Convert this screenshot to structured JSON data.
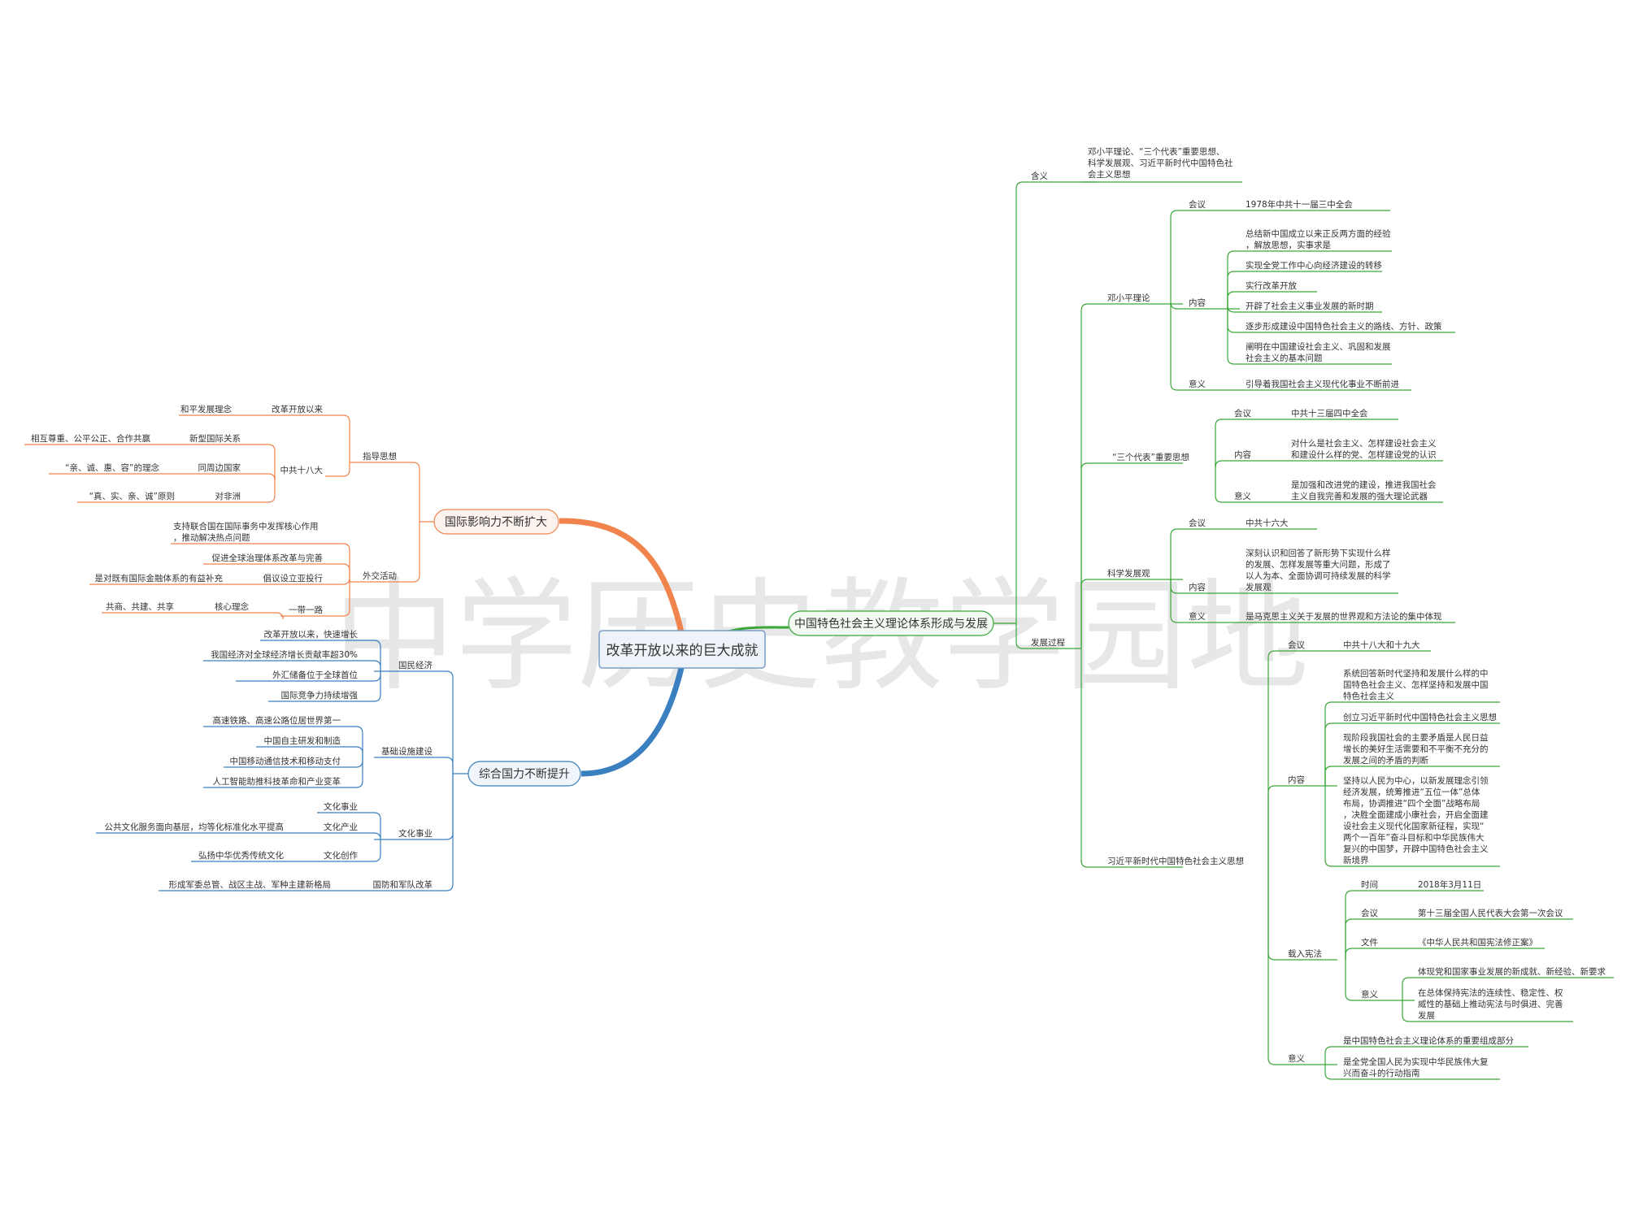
{
  "watermark": "中学历史教学园地",
  "colors": {
    "top": "#3aa63a",
    "upper_left": "#f0844c",
    "lower_left": "#3a7fbf",
    "root_border": "#7a9ec7",
    "root_fill": "#eef3f9"
  },
  "root": {
    "label": "改革开放以来的巨大成就"
  },
  "branches": {
    "theory": {
      "label": "中国特色社会主义理论体系形成与发展",
      "meaning": {
        "label": "含义",
        "text": [
          "邓小平理论、“三个代表”重要思想、",
          "科学发展观、习近平新时代中国特色社",
          "会主义思想"
        ]
      },
      "process": {
        "label": "发展过程",
        "deng": {
          "label": "邓小平理论",
          "meeting_label": "会议",
          "meeting": "1978年中共十一届三中全会",
          "content_label": "内容",
          "content": [
            [
              "总结新中国成立以来正反两方面的经验",
              "，解放思想，实事求是"
            ],
            [
              "实现全党工作中心向经济建设的转移"
            ],
            [
              "实行改革开放"
            ],
            [
              "开辟了社会主义事业发展的新时期"
            ],
            [
              "逐步形成建设中国特色社会主义的路线、方针、政策"
            ],
            [
              "阐明在中国建设社会主义、巩固和发展",
              "社会主义的基本问题"
            ]
          ],
          "significance_label": "意义",
          "significance": "引导着我国社会主义现代化事业不断前进"
        },
        "three": {
          "label": "“三个代表”重要思想",
          "meeting_label": "会议",
          "meeting": "中共十三届四中全会",
          "content_label": "内容",
          "content": [
            "对什么是社会主义、怎样建设社会主义",
            "和建设什么样的党、怎样建设党的认识"
          ],
          "significance_label": "意义",
          "significance": [
            "是加强和改进党的建设，推进我国社会",
            "主义自我完善和发展的强大理论武器"
          ]
        },
        "science": {
          "label": "科学发展观",
          "meeting_label": "会议",
          "meeting": "中共十六大",
          "content_label": "内容",
          "content": [
            "深刻认识和回答了新形势下实现什么样",
            "的发展、怎样发展等重大问题，形成了",
            "以人为本、全面协调可持续发展的科学",
            "发展观"
          ],
          "significance_label": "意义",
          "significance": "是马克思主义关于发展的世界观和方法论的集中体现"
        },
        "xi": {
          "label": "习近平新时代中国特色社会主义思想",
          "meeting_label": "会议",
          "meeting": "中共十八大和十九大",
          "content_label": "内容",
          "content": [
            [
              "系统回答新时代坚持和发展什么样的中",
              "国特色社会主义、怎样坚持和发展中国",
              "特色社会主义"
            ],
            [
              "创立习近平新时代中国特色社会主义思想"
            ],
            [
              "现阶段我国社会的主要矛盾是人民日益",
              "增长的美好生活需要和不平衡不充分的",
              "发展之间的矛盾的判断"
            ],
            [
              "坚持以人民为中心，以新发展理念引领",
              "经济发展，统筹推进“五位一体”总体",
              "布局，协调推进“四个全面”战略布局",
              "，决胜全面建成小康社会，开启全面建",
              "设社会主义现代化国家新征程，实现“",
              "两个一百年”奋斗目标和中华民族伟大",
              "复兴的中国梦，开辟中国特色社会主义",
              "新境界"
            ]
          ],
          "constitution": {
            "label": "载入宪法",
            "time_label": "时间",
            "time": "2018年3月11日",
            "meeting_label": "会议",
            "meeting": "第十三届全国人民代表大会第一次会议",
            "doc_label": "文件",
            "doc": "《中华人民共和国宪法修正案》",
            "significance_label": "意义",
            "significance": [
              [
                "体现党和国家事业发展的新成就、新经验、新要求"
              ],
              [
                "在总体保持宪法的连续性、稳定性、权",
                "威性的基础上推动宪法与时俱进、完善",
                "发展"
              ]
            ]
          },
          "significance_label": "意义",
          "significance": [
            [
              "是中国特色社会主义理论体系的重要组成部分"
            ],
            [
              "是全党全国人民为实现中华民族伟大复",
              "兴而奋斗的行动指南"
            ]
          ]
        }
      }
    },
    "influence": {
      "label": "国际影响力不断扩大",
      "guiding": {
        "label": "指导思想",
        "reform_label": "改革开放以来",
        "reform_item": "和平发展理念",
        "eighteen_label": "中共十八大",
        "eighteen_items": [
          {
            "label": "新型国际关系",
            "detail": "相互尊重、公平公正、合作共赢"
          },
          {
            "label": "同周边国家",
            "detail": "“亲、诚、惠、容”的理念"
          },
          {
            "label": "对非洲",
            "detail": "“真、实、亲、诚”原则"
          }
        ]
      },
      "diplomacy": {
        "label": "外交活动",
        "items": [
          [
            "支持联合国在国际事务中发挥核心作用",
            "，推动解决热点问题"
          ],
          [
            "促进全球治理体系改革与完善"
          ]
        ],
        "aiib_label": "倡议设立亚投行",
        "aiib_detail": "是对既有国际金融体系的有益补充",
        "belt_label": "一带一路",
        "belt_sub": "核心理念",
        "belt_detail": "共商、共建、共享"
      }
    },
    "power": {
      "label": "综合国力不断提升",
      "economy": {
        "label": "国民经济",
        "items": [
          "改革开放以来，快速增长",
          "我国经济对全球经济增长贡献率超30%",
          "外汇储备位于全球首位",
          "国际竞争力持续增强"
        ]
      },
      "infrastructure": {
        "label": "基础设施建设",
        "items": [
          "高速铁路、高速公路位居世界第一",
          "中国自主研发和制造",
          "中国移动通信技术和移动支付",
          "人工智能助推科技革命和产业变革"
        ]
      },
      "culture": {
        "label": "文化事业",
        "items": [
          {
            "label": "文化事业",
            "detail": ""
          },
          {
            "label": "文化产业",
            "detail": "公共文化服务面向基层，均等化标准化水平提高"
          },
          {
            "label": "文化创作",
            "detail": "弘扬中华优秀传统文化"
          }
        ]
      },
      "defense": {
        "label": "国防和军队改革",
        "detail": "形成军委总管、战区主战、军种主建新格局"
      }
    }
  }
}
